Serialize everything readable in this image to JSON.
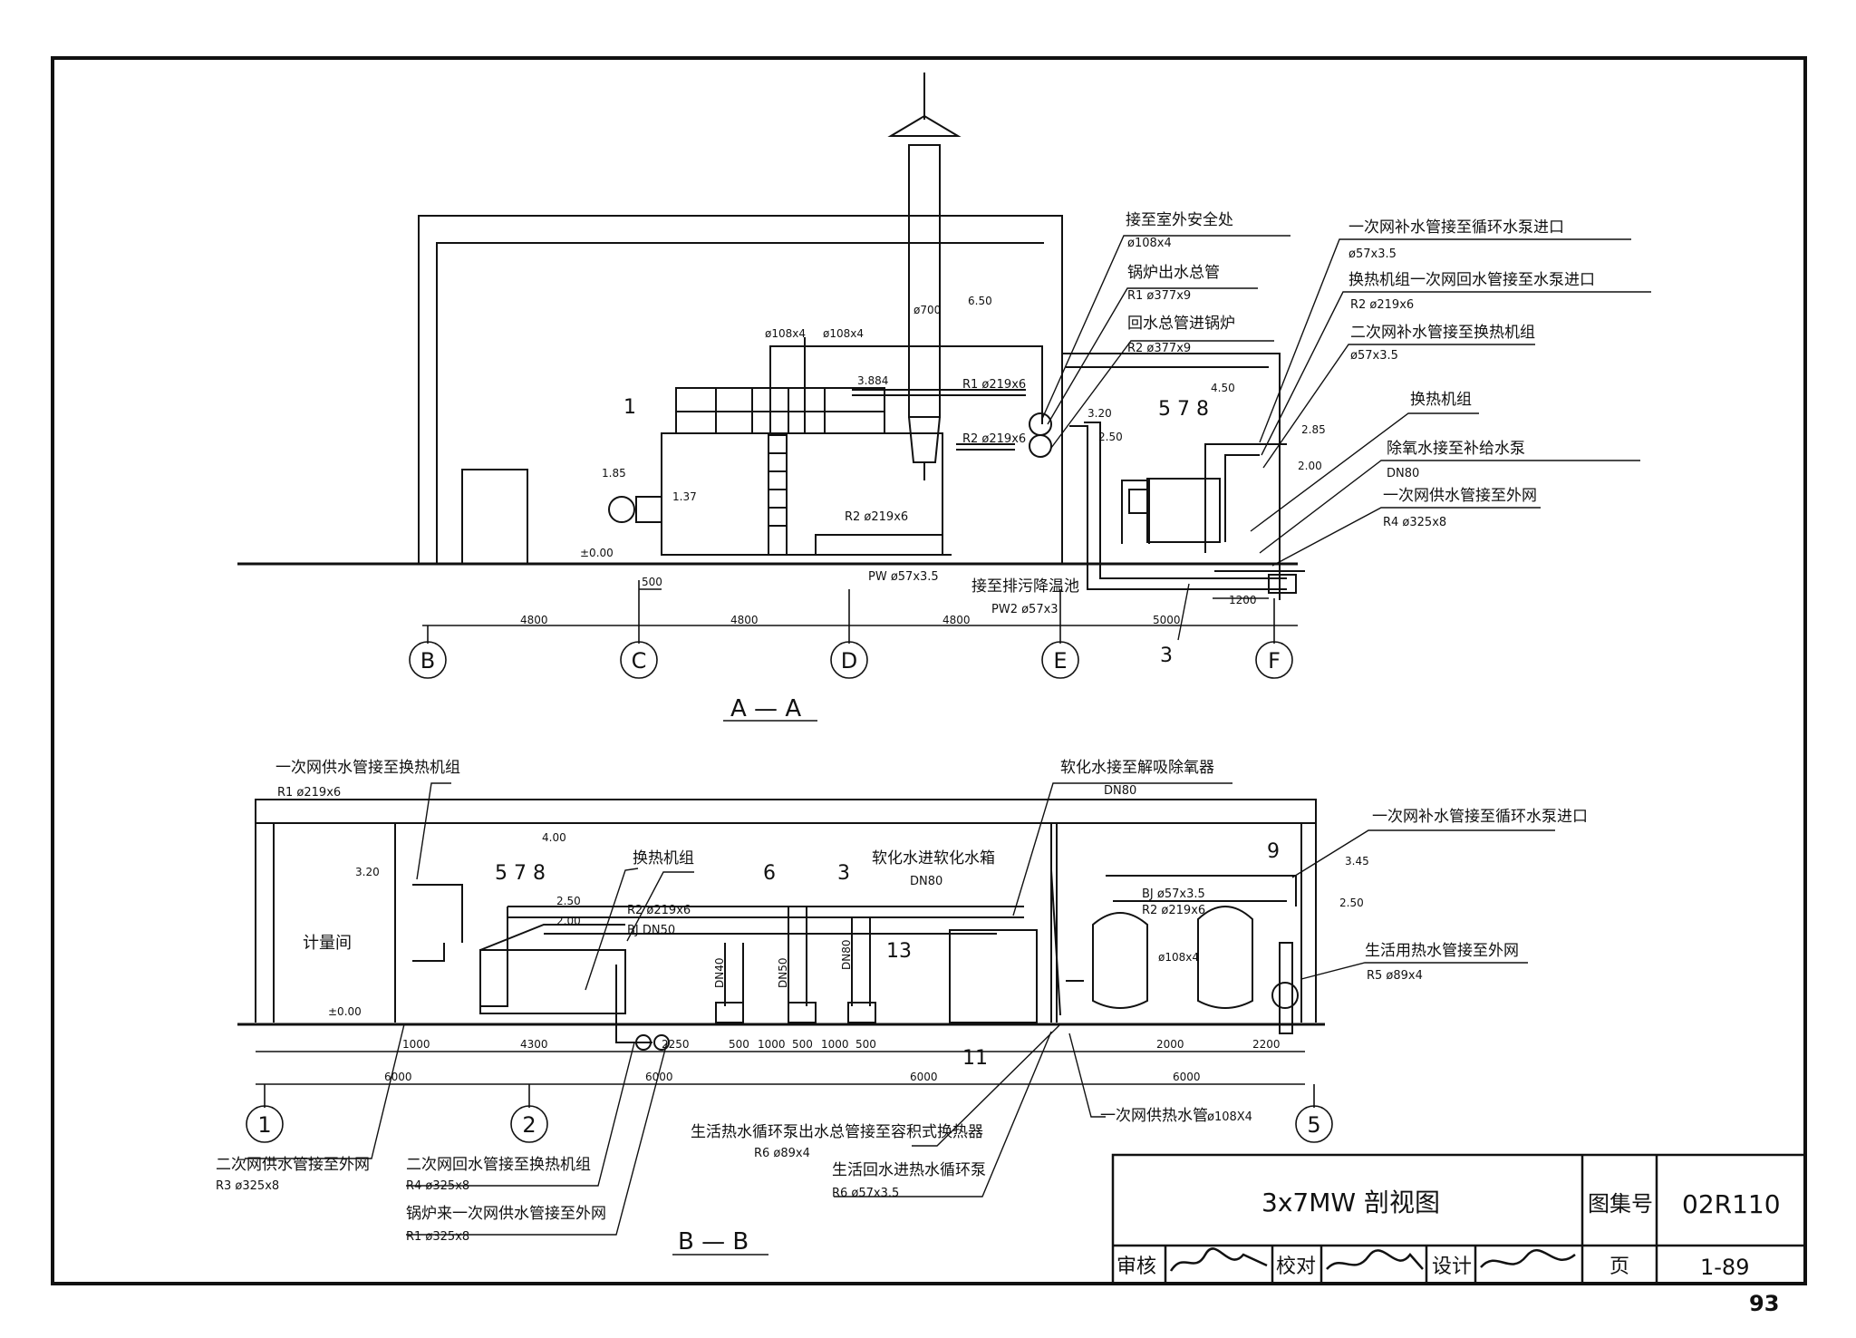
{
  "section_aa": {
    "title": "A — A",
    "labels": {
      "safe": "接至室外安全处",
      "safe_spec": "ø108x4",
      "boiler_out": "锅炉出水总管",
      "boiler_out_spec": "R1 ø377x9",
      "return_main": "回水总管进锅炉",
      "return_main_spec": "R2 ø377x9",
      "makeup_pump": "一次网补水管接至循环水泵进口",
      "makeup_pump_spec": "ø57x3.5",
      "hx_return": "换热机组一次网回水管接至水泵进口",
      "hx_return_spec": "R2 ø219x6",
      "sec_makeup": "二次网补水管接至换热机组",
      "sec_makeup_spec": "ø57x3.5",
      "hx_unit": "换热机组",
      "deaerated": "除氧水接至补给水泵",
      "deaerated_spec": "DN80",
      "primary_supply": "一次网供水管接至外网",
      "primary_supply_spec": "R4 ø325x8",
      "drain": "接至排污降温池",
      "drain_spec": "PW2 ø57x3",
      "pw": "PW ø57x3.5",
      "r1": "R1 ø219x6",
      "r2": "R2 ø219x6",
      "r2b": "R2 ø219x6",
      "d108a": "ø108x4",
      "d108b": "ø108x4",
      "d700": "ø700"
    },
    "levels": [
      "6.50",
      "4.50",
      "3.20",
      "2.50",
      "2.85",
      "2.00",
      "1.85",
      "1.37",
      "±0.00",
      "3.884"
    ],
    "item_tags": [
      "1",
      "5 7 8",
      "3"
    ],
    "dims": [
      "4800",
      "4800",
      "4800",
      "5000",
      "500",
      "1200"
    ],
    "axes": [
      "B",
      "C",
      "D",
      "E",
      "F"
    ]
  },
  "section_bb": {
    "title": "B — B",
    "labels": {
      "p_to_hx": "一次网供水管接至换热机组",
      "p_to_hx_spec": "R1 ø219x6",
      "soft_deaer": "软化水接至解吸除氧器",
      "soft_deaer_spec": "DN80",
      "makeup_pump2": "一次网补水管接至循环水泵进口",
      "hx_unit2": "换热机组",
      "soft_tank": "软化水进软化水箱",
      "soft_tank_spec": "DN80",
      "dhw_out": "生活用热水管接至外网",
      "dhw_out_spec": "R5 ø89x4",
      "meter_room": "计量间",
      "r2": "R2 ø219x6",
      "bj50": "BJ DN50",
      "bj57": "BJ ø57x3.5",
      "r2b": "R2 ø219x6",
      "d108": "ø108x4",
      "dn40": "DN40",
      "dn50": "DN50",
      "dn80": "DN80",
      "sec_supply": "二次网供水管接至外网",
      "sec_supply_spec": "R3 ø325x8",
      "sec_return": "二次网回水管接至换热机组",
      "sec_return_spec": "R4 ø325x8",
      "boiler_primary": "锅炉来一次网供水管接至外网",
      "boiler_primary_spec": "R1 ø325x8",
      "dhw_pump_out": "生活热水循环泵出水总管接至容积式换热器",
      "dhw_pump_out_spec": "R6  ø89x4",
      "dhw_return": "生活回水进热水循环泵",
      "dhw_return_spec": "R6 ø57x3.5",
      "primary_heat": "一次网供热水管",
      "primary_heat_spec": "ø108X4"
    },
    "levels": [
      "4.00",
      "3.20",
      "2.50",
      "2.00",
      "±0.00",
      "3.45",
      "2.50"
    ],
    "item_tags": [
      "5 7 8",
      "6",
      "3",
      "13",
      "11",
      "9"
    ],
    "dims_top": [
      "1000",
      "4300",
      "2250",
      "500",
      "1000",
      "500",
      "1000",
      "500",
      "2000",
      "2200"
    ],
    "dims_bottom": [
      "6000",
      "6000",
      "6000",
      "6000"
    ],
    "axes": [
      "1",
      "2",
      "5"
    ]
  },
  "title_block": {
    "title": "3x7MW    剖视图",
    "atlas_label": "图集号",
    "atlas_no": "02R110",
    "review": "审核",
    "proof": "校对",
    "design": "设计",
    "page_label": "页",
    "page_no": "1-89"
  },
  "page_number": "93"
}
